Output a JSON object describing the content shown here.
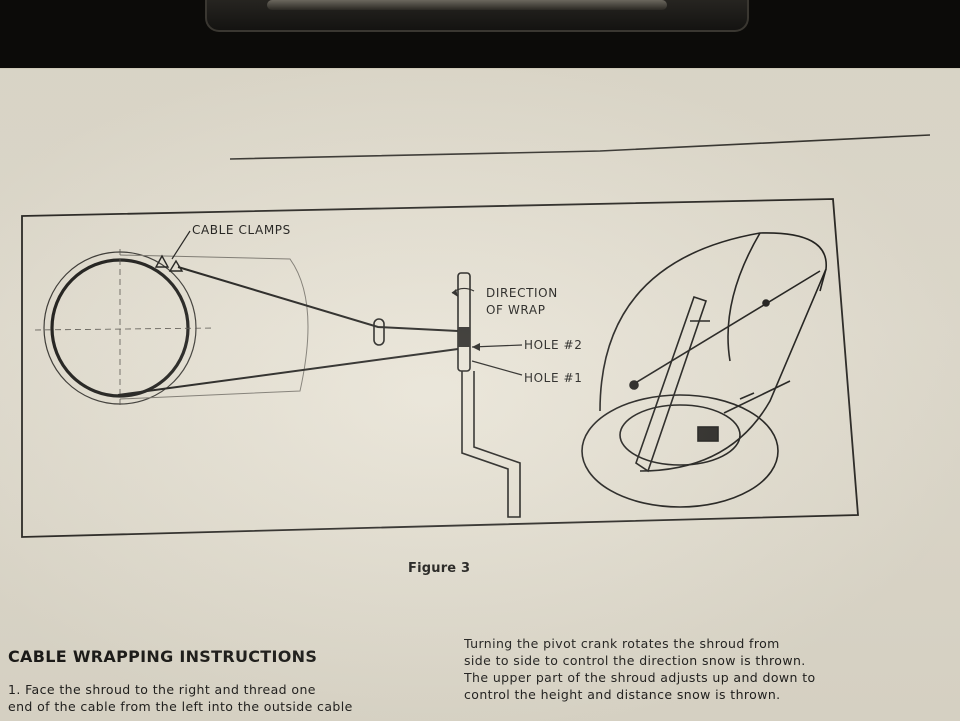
{
  "figure": {
    "labels": {
      "cable_clamps": "CABLE CLAMPS",
      "direction_line1": "DIRECTION",
      "direction_line2": "OF WRAP",
      "hole2": "HOLE #2",
      "hole1": "HOLE #1"
    },
    "caption": "Figure 3"
  },
  "section": {
    "heading": "CABLE WRAPPING INSTRUCTIONS",
    "left_lines": [
      "1.  Face the shroud to the right and thread one",
      "end of the cable from the left into the outside cable"
    ],
    "right_lines": [
      "Turning the pivot crank rotates the shroud from",
      "side to side to control the direction snow is thrown.",
      "The upper part of the shroud adjusts up and down to",
      "control the height and distance snow is thrown."
    ]
  },
  "colors": {
    "paper": "#e6e1d2",
    "ink": "#1e1d1a",
    "background": "#0c0b09"
  }
}
